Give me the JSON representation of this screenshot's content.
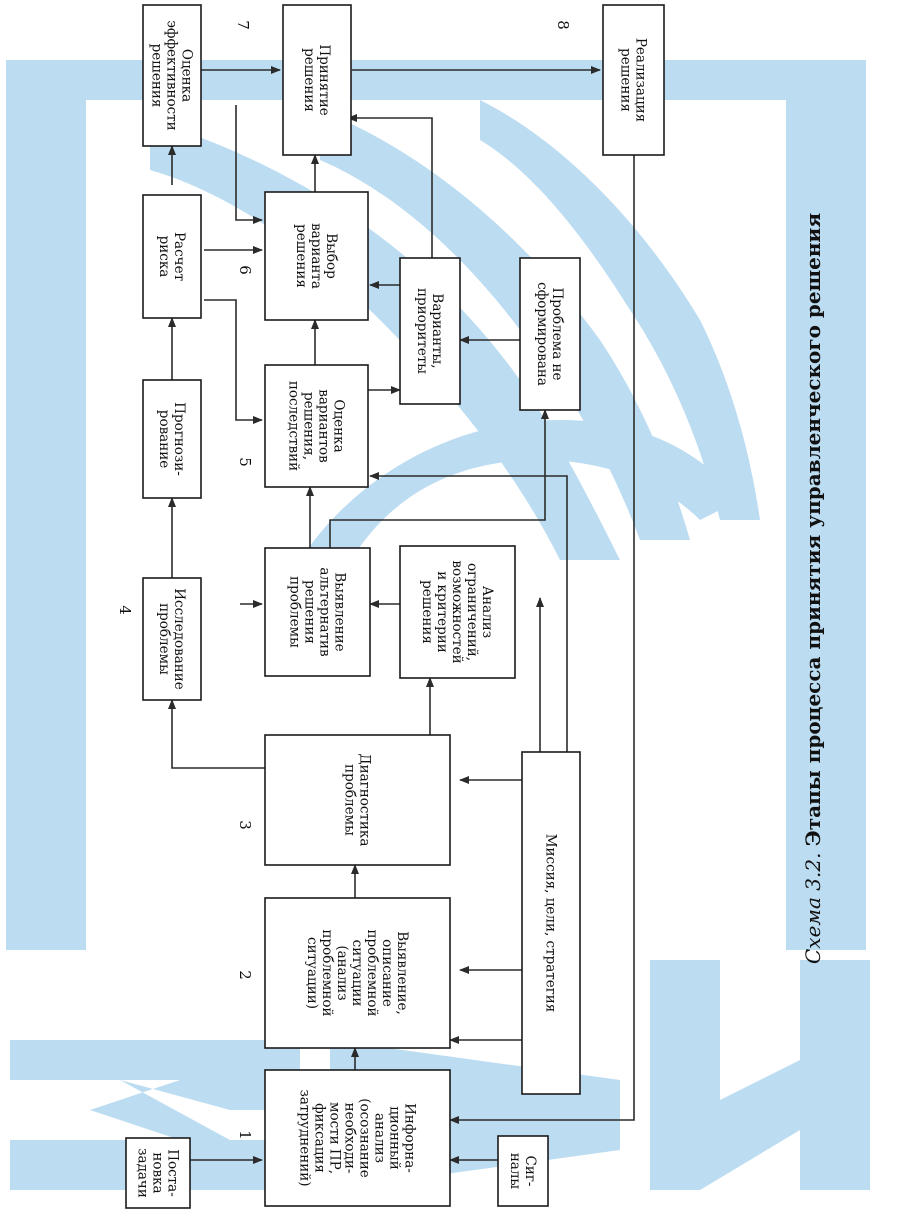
{
  "caption": {
    "label": "Схема 3.2",
    "separator": ". ",
    "title": "Этапы процесса принятия управленческого решения"
  },
  "colors": {
    "watermark": "#bcdcf2",
    "ink": "#1a1a1a"
  },
  "watermark": {
    "text": "МАУП",
    "icon": "stylized-bird-logo"
  },
  "stage_numbers": [
    "1",
    "2",
    "3",
    "4",
    "5",
    "6",
    "7",
    "8"
  ],
  "boxes": {
    "postanovka": [
      "Поста-",
      "новка",
      "задачи"
    ],
    "signaly": [
      "Сиг-",
      "налы"
    ],
    "info": [
      "Инфорна-",
      "ционный",
      "анализ",
      "(осознание",
      "необходи-",
      "мости ПР,",
      "фиксация",
      "затруднений)"
    ],
    "vyyavlenie": [
      "Выявление,",
      "описание",
      "проблемной",
      "ситуации",
      "(анализ",
      "проблемной",
      "ситуации)"
    ],
    "missiya": [
      "Миссия, цели, стратегия"
    ],
    "diagnostika": [
      "Диагностика",
      "проблемы"
    ],
    "issledovanie": [
      "Исследование",
      "проблемы"
    ],
    "alternativy": [
      "Выявление",
      "альтернатив",
      "решения",
      "проблемы"
    ],
    "analiz": [
      "Анализ",
      "ограничений,",
      "возможностей",
      "и критерии",
      "решения"
    ],
    "prognoz": [
      "Прогнози-",
      "рование"
    ],
    "otsenka_var": [
      "Оценка",
      "вариантов",
      "решения,",
      "последствий"
    ],
    "ne_sform": [
      "Проблема не",
      "сформирована"
    ],
    "raschet": [
      "Расчет",
      "риска"
    ],
    "varianty": [
      "Варианты,",
      "приоритеты"
    ],
    "vybor": [
      "Выбор",
      "варианта",
      "решения"
    ],
    "otsenka_eff": [
      "Оценка",
      "эффективности",
      "решения"
    ],
    "prinyatie": [
      "Принятие",
      "решения"
    ],
    "realizatsiya": [
      "Реализация",
      "решения"
    ]
  }
}
